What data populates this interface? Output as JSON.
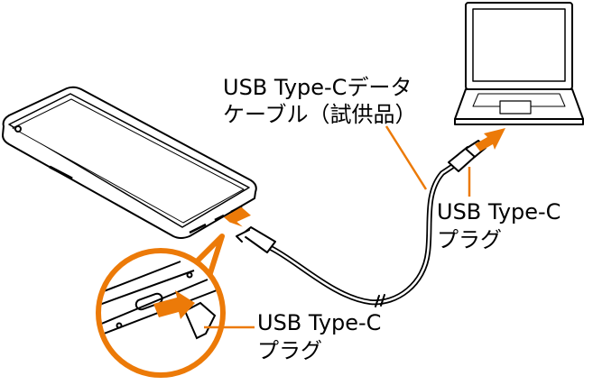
{
  "labels": {
    "cable_line1": "USB Type-Cデータ",
    "cable_line2": "ケーブル（試供品）",
    "plug_right_line1": "USB Type-C",
    "plug_right_line2": "プラグ",
    "plug_bottom_line1": "USB Type-C",
    "plug_bottom_line2": "プラグ"
  },
  "colors": {
    "accent": "#ec7a08",
    "line": "#000000"
  }
}
